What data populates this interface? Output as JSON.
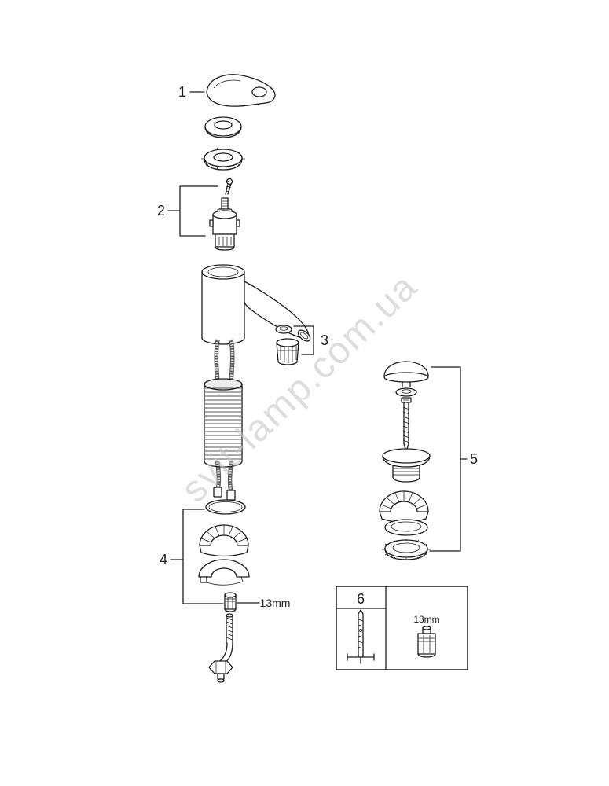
{
  "watermark": {
    "text": "svit-lamp.com.ua"
  },
  "colors": {
    "line": "#1c1c1c",
    "background": "#ffffff",
    "shade": "#ededed",
    "watermark": "#c3c3c3",
    "hose": "#5a5a5a"
  },
  "labels": {
    "part1": "1",
    "part2": "2",
    "part3": "3",
    "part4": "4",
    "part5": "5",
    "part6": "6"
  },
  "notes": {
    "wrench_size": "13mm",
    "socket_size": "13mm"
  }
}
